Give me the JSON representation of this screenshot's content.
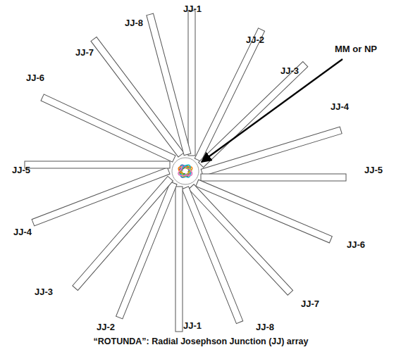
{
  "diagram": {
    "caption": "“ROTUNDA”: Radial Josephson Junction (JJ) array",
    "labels": [
      "JJ-1",
      "JJ-8",
      "JJ-2",
      "JJ-7",
      "JJ-3",
      "MM or NP",
      "JJ-6",
      "JJ-4",
      "JJ-5",
      "JJ-5",
      "JJ-4",
      "JJ-6",
      "JJ-3",
      "JJ-7",
      "JJ-2",
      "JJ-8",
      "JJ-1"
    ]
  }
}
